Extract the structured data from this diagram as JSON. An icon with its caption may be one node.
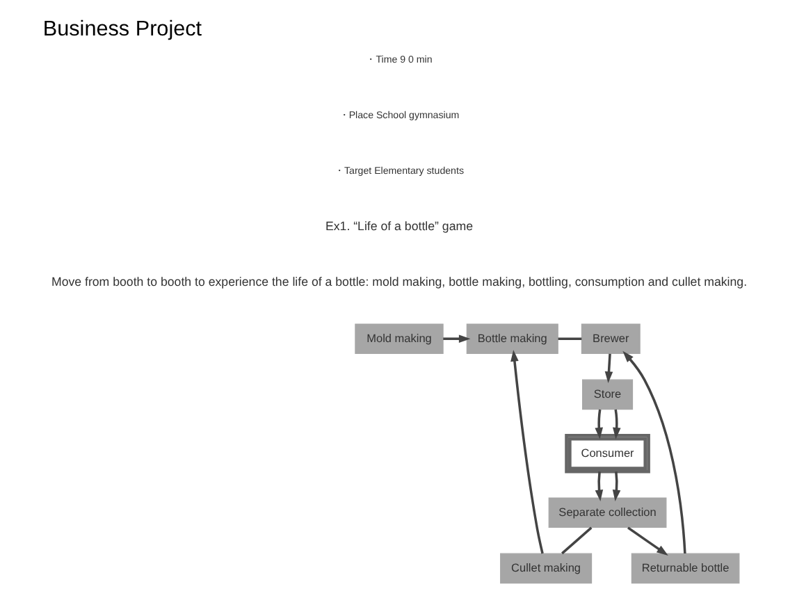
{
  "diagram": {
    "title": "Business Project",
    "nodes": [
      {
        "text": [
          "Mold making"
        ]
      },
      {
        "text": [
          "Bottle making"
        ]
      },
      {
        "text": [
          "Brewer"
        ]
      },
      {
        "text": [
          "Store"
        ]
      },
      {
        "text": [
          "Cullet making"
        ]
      },
      {
        "text": [
          "Returnable bottle"
        ]
      },
      {
        "text": [
          "Consumer"
        ]
      },
      {
        "text": [
          "Separate collection"
        ]
      }
    ],
    "edges": [
      {
        "from": 0,
        "to": 1,
        "arrow": "to"
      },
      {
        "from": 1,
        "to": 2,
        "arrow": "none"
      },
      {
        "from": 2,
        "to": 3,
        "arrow": "to"
      },
      {
        "from": 3,
        "to": 6,
        "arrow": "to"
      },
      {
        "from": 3,
        "to": 6,
        "arrow": "to"
      },
      {
        "from": 6,
        "to": 7,
        "arrow": "to"
      },
      {
        "from": 6,
        "to": 7,
        "arrow": "to"
      },
      {
        "from": 7,
        "to": 5,
        "arrow": "to"
      },
      {
        "from": 5,
        "to": 2,
        "arrow": "to"
      },
      {
        "from": 7,
        "to": 4,
        "arrow": "none"
      },
      {
        "from": 4,
        "to": 1,
        "arrow": "to"
      }
    ],
    "labels": [
      "・Time 9 0 min",
      "・Place School gymnasium",
      "・Target Elementary students",
      "Ex1. “Life of a bottle” game",
      "Move from booth to booth to experience the life of a bottle: mold making, bottle making, bottling, consumption and cullet making."
    ]
  }
}
